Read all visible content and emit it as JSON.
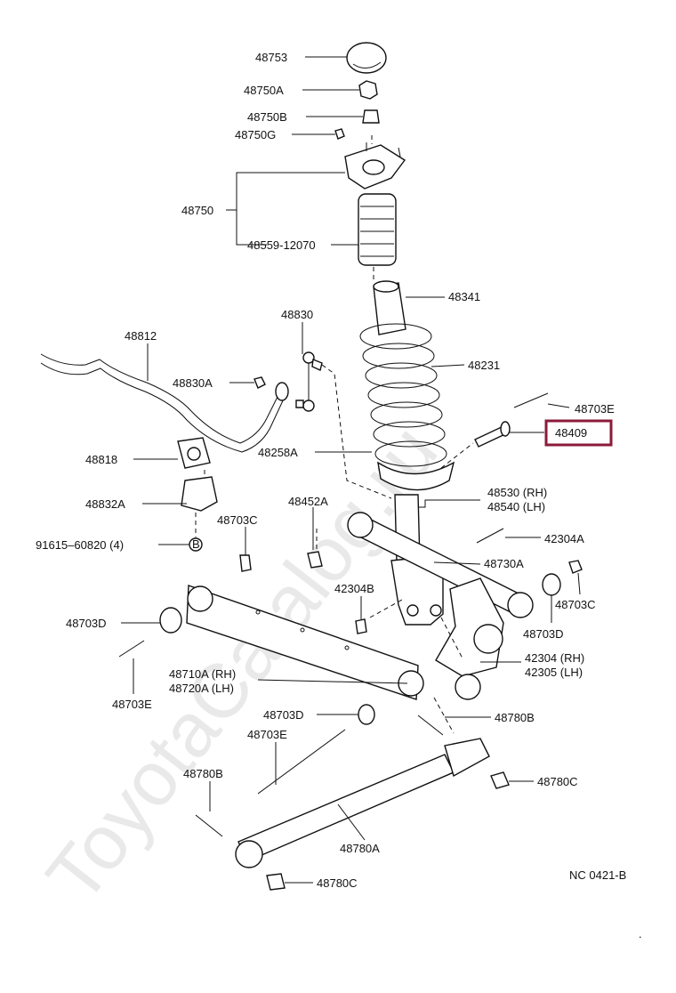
{
  "watermark": "ToyotaCatalog.ru",
  "diagram_code": "NC 0421-B",
  "highlight_color": "#8b1a3a",
  "labels": {
    "p48753": "48753",
    "p48750A": "48750A",
    "p48750B": "48750B",
    "p48750G": "48750G",
    "p48750": "48750",
    "p48559": "48559-12070",
    "p48341": "48341",
    "p48830": "48830",
    "p48812": "48812",
    "p48830A": "48830A",
    "p48231": "48231",
    "p48703E_top": "48703E",
    "p48409": "48409",
    "p48818": "48818",
    "p48258A": "48258A",
    "p48530": "48530 (RH)",
    "p48540": "48540 (LH)",
    "p48832A": "48832A",
    "p48452A": "48452A",
    "p48703C_left": "48703C",
    "p42304A": "42304A",
    "p91615": "91615–60820 (4)",
    "p48730A": "48730A",
    "p42304B": "42304B",
    "p48703C_right": "48703C",
    "p48703D_left": "48703D",
    "p48703D_right": "48703D",
    "p42304": "42304 (RH)",
    "p42305": "42305 (LH)",
    "p48710A": "48710A (RH)",
    "p48720A": "48720A (LH)",
    "p48703E_left": "48703E",
    "p48703D_mid": "48703D",
    "p48780B_right": "48780B",
    "p48703E_mid": "48703E",
    "p48780B_left": "48780B",
    "p48780C_right": "48780C",
    "p48780A": "48780A",
    "p48780C_bottom": "48780C"
  }
}
